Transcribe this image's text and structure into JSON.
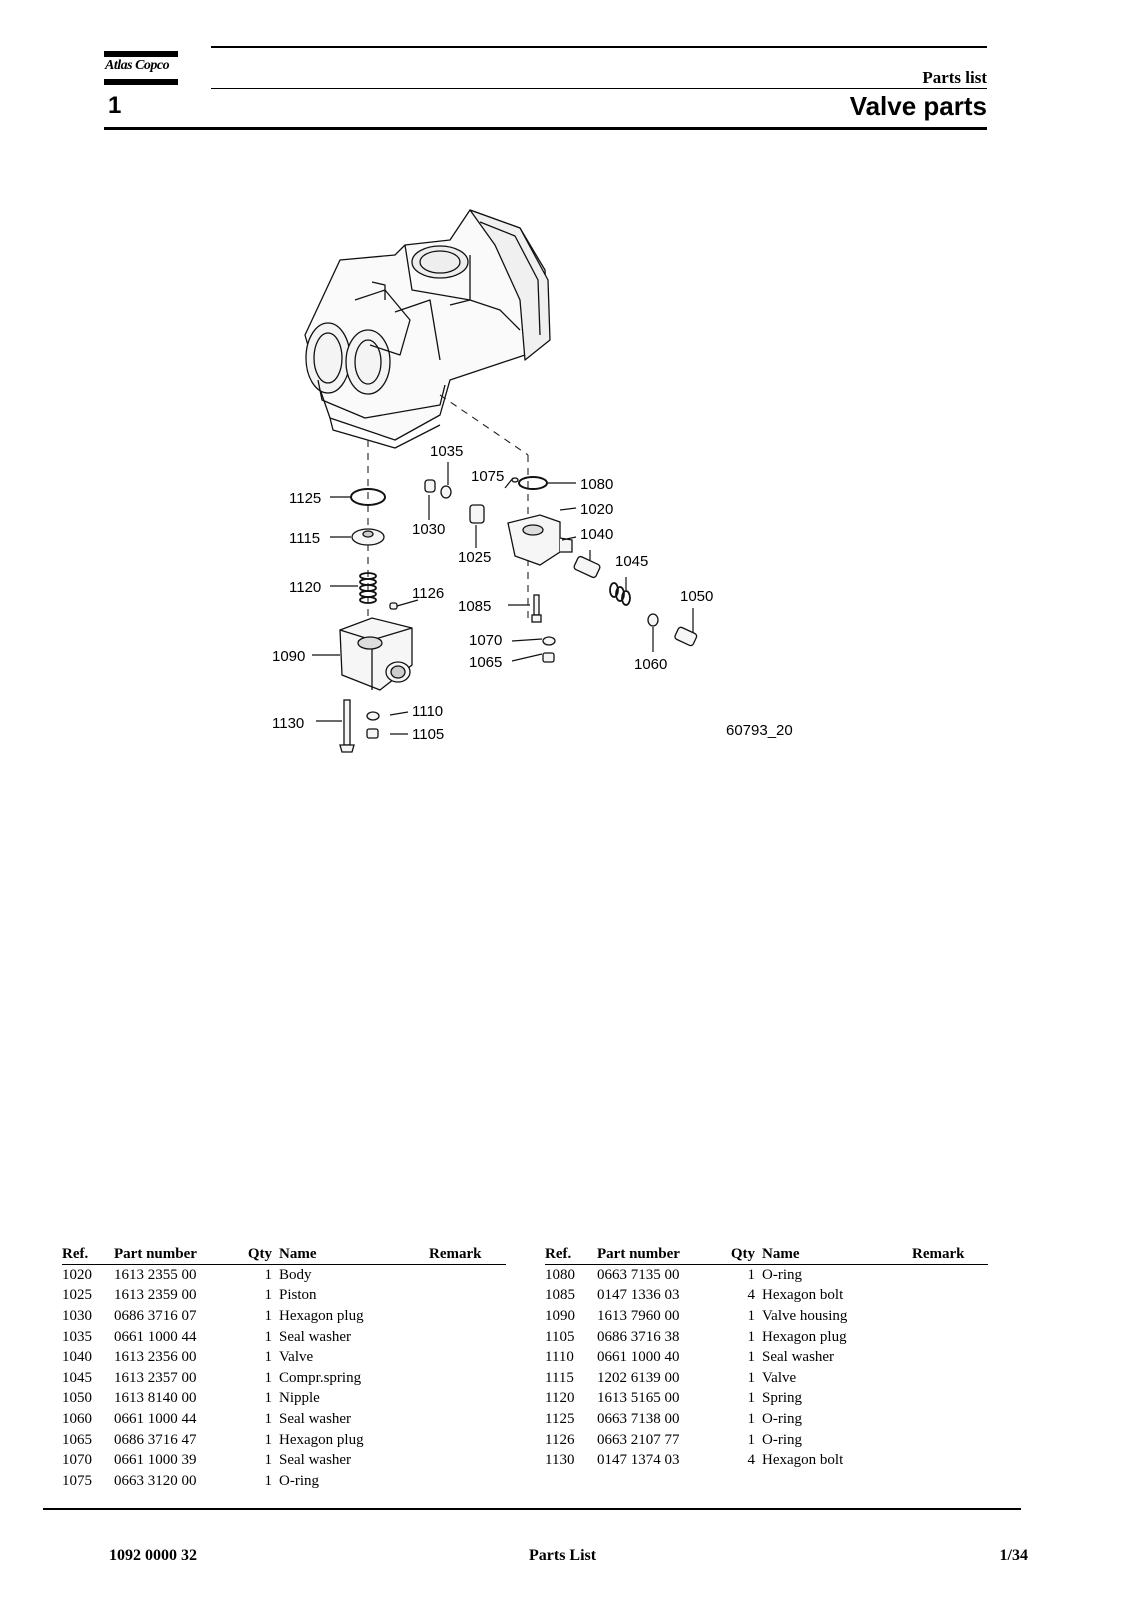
{
  "header": {
    "logo_text": "Atlas Copco",
    "section_number": "1",
    "document_type": "Parts list",
    "title": "Valve parts"
  },
  "drawing": {
    "figure_id": "60793_20",
    "callouts": [
      "1035",
      "1075",
      "1080",
      "1125",
      "1020",
      "1115",
      "1030",
      "1040",
      "1025",
      "1045",
      "1120",
      "1126",
      "1050",
      "1085",
      "1090",
      "1070",
      "1060",
      "1065",
      "1110",
      "1130",
      "1105"
    ]
  },
  "table": {
    "headers": {
      "ref": "Ref.",
      "part_number": "Part number",
      "qty": "Qty",
      "name": "Name",
      "remark": "Remark"
    },
    "left_rows": [
      {
        "ref": "1020",
        "part_number": "1613 2355 00",
        "qty": "1",
        "name": "Body"
      },
      {
        "ref": "1025",
        "part_number": "1613 2359 00",
        "qty": "1",
        "name": "Piston"
      },
      {
        "ref": "1030",
        "part_number": "0686 3716 07",
        "qty": "1",
        "name": "Hexagon plug"
      },
      {
        "ref": "1035",
        "part_number": "0661 1000 44",
        "qty": "1",
        "name": "Seal washer"
      },
      {
        "ref": "1040",
        "part_number": "1613 2356 00",
        "qty": "1",
        "name": "Valve"
      },
      {
        "ref": "1045",
        "part_number": "1613 2357 00",
        "qty": "1",
        "name": "Compr.spring"
      },
      {
        "ref": "1050",
        "part_number": "1613 8140 00",
        "qty": "1",
        "name": "Nipple"
      },
      {
        "ref": "1060",
        "part_number": "0661 1000 44",
        "qty": "1",
        "name": "Seal washer"
      },
      {
        "ref": "1065",
        "part_number": "0686 3716 47",
        "qty": "1",
        "name": "Hexagon plug"
      },
      {
        "ref": "1070",
        "part_number": "0661 1000 39",
        "qty": "1",
        "name": "Seal washer"
      },
      {
        "ref": "1075",
        "part_number": "0663 3120 00",
        "qty": "1",
        "name": "O-ring"
      }
    ],
    "right_rows": [
      {
        "ref": "1080",
        "part_number": "0663 7135 00",
        "qty": "1",
        "name": "O-ring"
      },
      {
        "ref": "1085",
        "part_number": "0147 1336 03",
        "qty": "4",
        "name": "Hexagon bolt"
      },
      {
        "ref": "1090",
        "part_number": "1613 7960 00",
        "qty": "1",
        "name": "Valve housing"
      },
      {
        "ref": "1105",
        "part_number": "0686 3716 38",
        "qty": "1",
        "name": "Hexagon plug"
      },
      {
        "ref": "1110",
        "part_number": "0661 1000 40",
        "qty": "1",
        "name": "Seal washer"
      },
      {
        "ref": "1115",
        "part_number": "1202 6139 00",
        "qty": "1",
        "name": "Valve"
      },
      {
        "ref": "1120",
        "part_number": "1613 5165 00",
        "qty": "1",
        "name": "Spring"
      },
      {
        "ref": "1125",
        "part_number": "0663 7138 00",
        "qty": "1",
        "name": "O-ring"
      },
      {
        "ref": "1126",
        "part_number": "0663 2107 77",
        "qty": "1",
        "name": "O-ring"
      },
      {
        "ref": "1130",
        "part_number": "0147 1374 03",
        "qty": "4",
        "name": "Hexagon bolt"
      }
    ]
  },
  "footer": {
    "doc_number": "1092 0000 32",
    "doc_title": "Parts List",
    "page": "1/34"
  }
}
